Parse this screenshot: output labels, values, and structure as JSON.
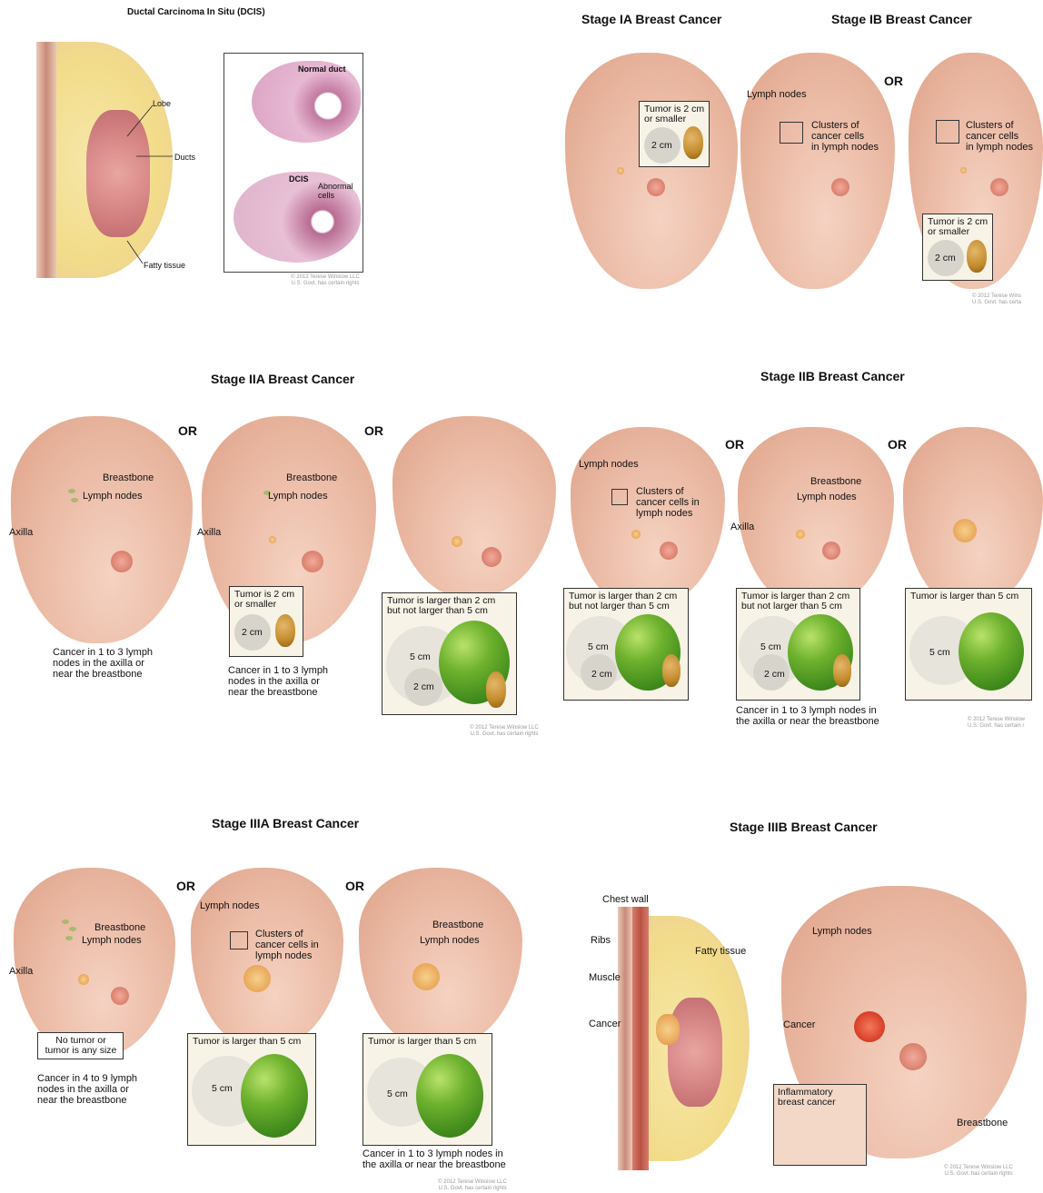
{
  "colors": {
    "skin": "#eab9a3",
    "lime": "#5a9e25",
    "peanut": "#c38b2c",
    "box_bg": "#f8f3e7",
    "tumor": "#e9a75a"
  },
  "dcis": {
    "title": "Ductal Carcinoma In Situ (DCIS)",
    "labels": {
      "lobe": "Lobe",
      "ducts": "Ducts",
      "fatty": "Fatty tissue",
      "normal_duct": "Normal duct",
      "dcis": "DCIS",
      "abnormal": "Abnormal\ncells"
    },
    "copyright": "© 2012 Terese Winslow LLC\nU.S. Govt. has certain rights"
  },
  "stage1a": {
    "title": "Stage IA Breast Cancer",
    "tumor_box": "Tumor is 2 cm\nor smaller",
    "size": "2 cm"
  },
  "stage1b": {
    "title": "Stage IB Breast Cancer",
    "or": "OR",
    "lymph_nodes": "Lymph nodes",
    "clusters": "Clusters of\ncancer cells\nin lymph nodes",
    "tumor_box": "Tumor is 2 cm\nor smaller",
    "size": "2 cm",
    "copyright": "© 2012 Terese Wins\nU.S. Govt. has certa"
  },
  "stage2a": {
    "title": "Stage IIA Breast Cancer",
    "or": "OR",
    "breastbone": "Breastbone",
    "lymph_nodes": "Lymph nodes",
    "axilla": "Axilla",
    "caption1": "Cancer in 1 to 3 lymph\nnodes in the axilla or\nnear the breastbone",
    "tumor_small": "Tumor is 2 cm\nor smaller",
    "size2": "2 cm",
    "caption2": "Cancer in 1 to 3 lymph\nnodes in the axilla or\nnear the breastbone",
    "tumor_med": "Tumor is larger than 2 cm\nbut not larger than 5 cm",
    "size5": "5 cm",
    "copyright": "© 2012 Terese Winslow LLC\nU.S. Govt. has certain rights"
  },
  "stage2b": {
    "title": "Stage IIB Breast Cancer",
    "or": "OR",
    "lymph_nodes": "Lymph nodes",
    "clusters": "Clusters of\ncancer cells in\nlymph nodes",
    "breastbone": "Breastbone",
    "axilla": "Axilla",
    "tumor_med": "Tumor is larger than 2 cm\nbut not larger than 5 cm",
    "size5": "5 cm",
    "size2": "2 cm",
    "caption": "Cancer in 1 to 3 lymph nodes in\nthe axilla or near the breastbone",
    "tumor_large": "Tumor is larger than 5 cm",
    "copyright": "© 2012 Terese Winslow\nU.S. Govt. has certain r"
  },
  "stage3a": {
    "title": "Stage IIIA Breast Cancer",
    "or": "OR",
    "breastbone": "Breastbone",
    "lymph_nodes": "Lymph nodes",
    "axilla": "Axilla",
    "no_tumor": "No tumor or\ntumor is any size",
    "caption1": "Cancer in 4 to 9 lymph\nnodes in the axilla or\nnear the breastbone",
    "clusters": "Clusters of\ncancer cells in\nlymph nodes",
    "tumor_large": "Tumor is larger than 5 cm",
    "size5": "5 cm",
    "caption3": "Cancer in 1 to 3 lymph nodes in\nthe axilla or near the breastbone",
    "copyright": "© 2012 Terese Winslow LLC\nU.S. Govt. has certain rights"
  },
  "stage3b": {
    "title": "Stage IIIB Breast Cancer",
    "chest_wall": "Chest wall",
    "ribs": "Ribs",
    "fatty": "Fatty tissue",
    "muscle": "Muscle",
    "cancer": "Cancer",
    "lymph_nodes": "Lymph nodes",
    "inflammatory": "Inflammatory\nbreast cancer",
    "breastbone": "Breastbone",
    "copyright": "© 2012 Terese Winslow LLC\nU.S. Govt. has certain rights"
  }
}
